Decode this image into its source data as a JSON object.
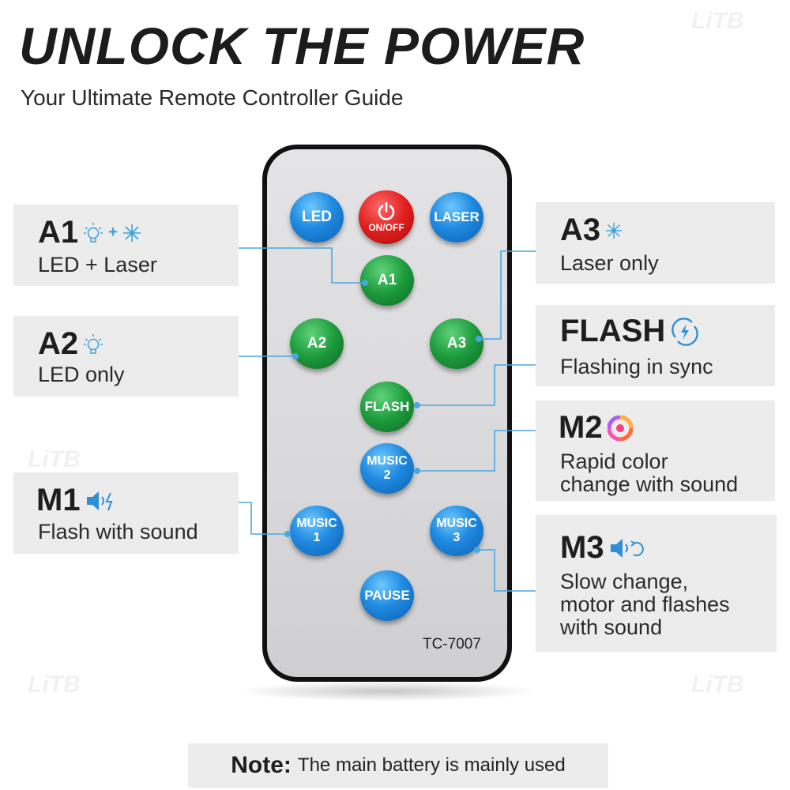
{
  "header": {
    "title": "UNLOCK THE POWER",
    "subtitle": "Your Ultimate Remote Controller Guide"
  },
  "remote": {
    "model": "TC-7007",
    "buttons": {
      "led": "LED",
      "onoff": "ON/OFF",
      "laser": "LASER",
      "a1": "A1",
      "a2": "A2",
      "a3": "A3",
      "flash": "FLASH",
      "music2_line1": "MUSIC",
      "music2_line2": "2",
      "music1_line1": "MUSIC",
      "music1_line2": "1",
      "music3_line1": "MUSIC",
      "music3_line2": "3",
      "pause": "PAUSE"
    }
  },
  "modes": {
    "a1": {
      "name": "A1",
      "desc": "LED + Laser",
      "icons": [
        "led-bulb-icon",
        "plus-icon",
        "laser-icon"
      ]
    },
    "a2": {
      "name": "A2",
      "desc": "LED only",
      "icons": [
        "led-bulb-icon"
      ]
    },
    "a3": {
      "name": "A3",
      "desc": "Laser only",
      "icons": [
        "laser-icon"
      ]
    },
    "flash": {
      "name": "FLASH",
      "desc": "Flashing in sync",
      "icons": [
        "flash-sync-icon"
      ]
    },
    "m1": {
      "name": "M1",
      "desc": "Flash with sound",
      "icons": [
        "speaker-flash-icon"
      ]
    },
    "m2": {
      "name": "M2",
      "desc_line1": "Rapid color",
      "desc_line2": "change with sound",
      "icons": [
        "color-wheel-icon"
      ]
    },
    "m3": {
      "name": "M3",
      "desc_line1": "Slow change,",
      "desc_line2": "motor and flashes",
      "desc_line3": "with sound",
      "icons": [
        "speaker-rotate-icon"
      ]
    }
  },
  "note": {
    "label": "Note:",
    "text": "The main battery is mainly used"
  },
  "colors": {
    "accent_blue": "#1f8ae0",
    "connector_blue": "#4aa7e0",
    "label_bg": "#ececec",
    "remote_body": "#111111"
  }
}
